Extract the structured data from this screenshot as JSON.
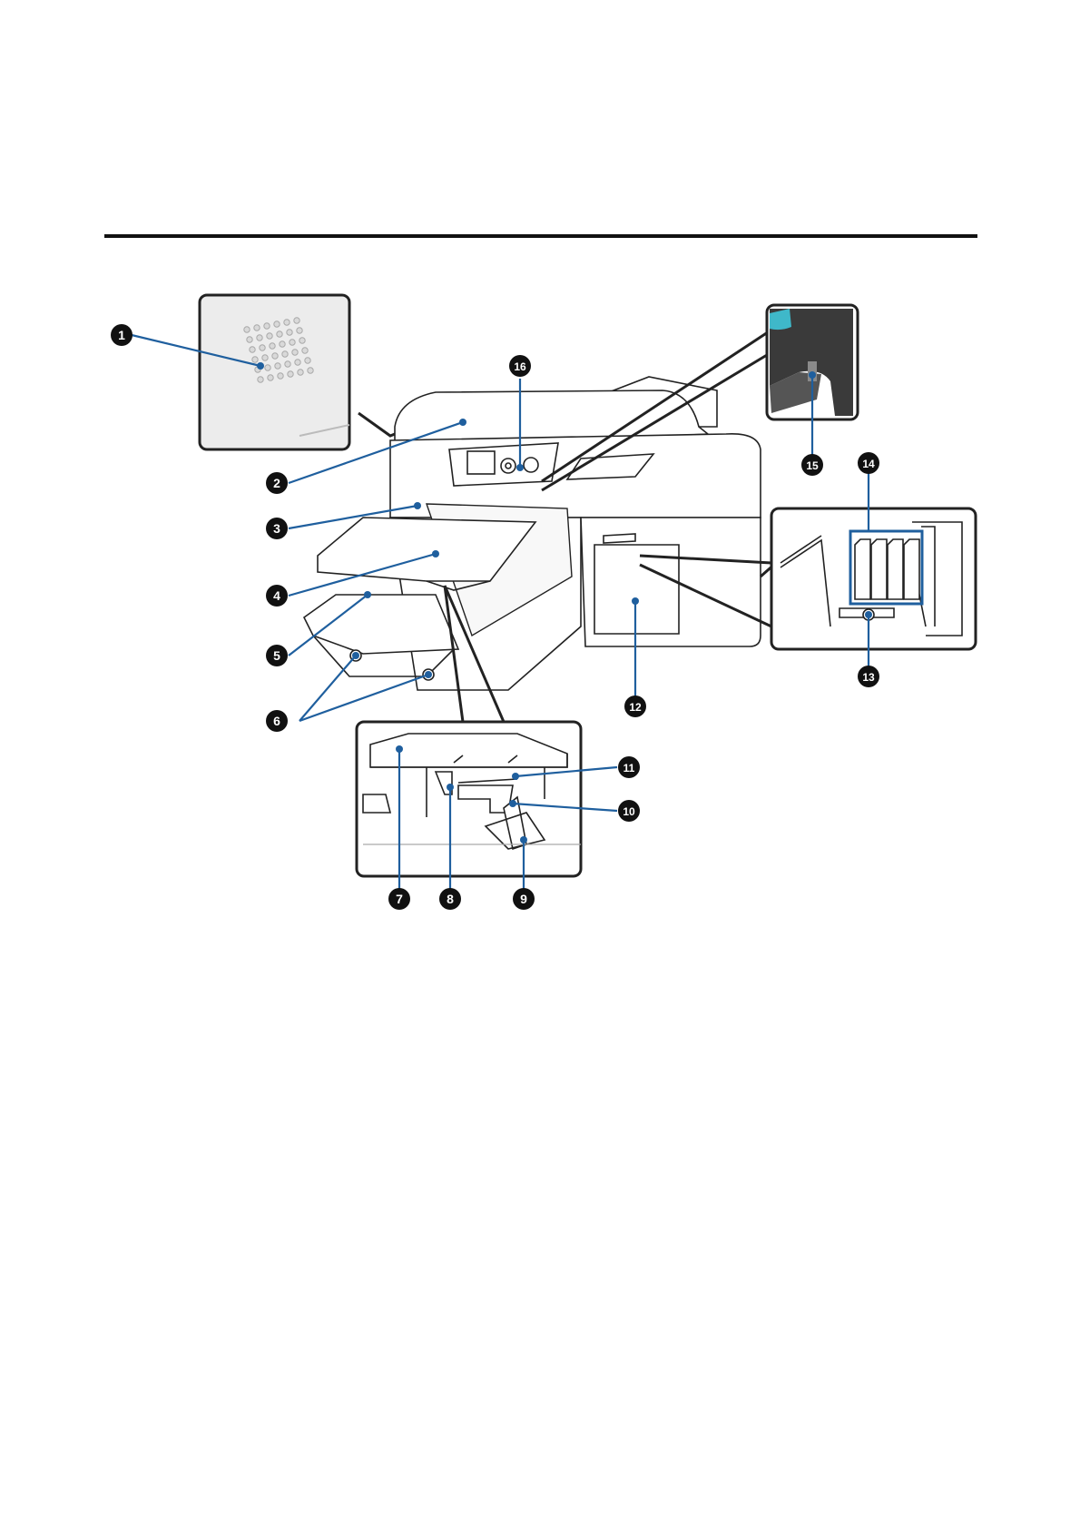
{
  "callouts": [
    {
      "label": "1",
      "color": "#111111"
    },
    {
      "label": "2",
      "color": "#111111"
    },
    {
      "label": "3",
      "color": "#111111"
    },
    {
      "label": "4",
      "color": "#111111"
    },
    {
      "label": "5",
      "color": "#111111"
    },
    {
      "label": "6",
      "color": "#111111"
    },
    {
      "label": "7",
      "color": "#111111"
    },
    {
      "label": "8",
      "color": "#111111"
    },
    {
      "label": "9",
      "color": "#111111"
    },
    {
      "label": "10",
      "color": "#111111"
    },
    {
      "label": "11",
      "color": "#111111"
    },
    {
      "label": "12",
      "color": "#111111"
    },
    {
      "label": "13",
      "color": "#111111"
    },
    {
      "label": "14",
      "color": "#111111"
    },
    {
      "label": "15",
      "color": "#111111"
    },
    {
      "label": "16",
      "color": "#111111"
    }
  ],
  "colors": {
    "leader": "#1f5f9e",
    "accent_cap": "#3fb8c9",
    "ink": "#222222"
  }
}
